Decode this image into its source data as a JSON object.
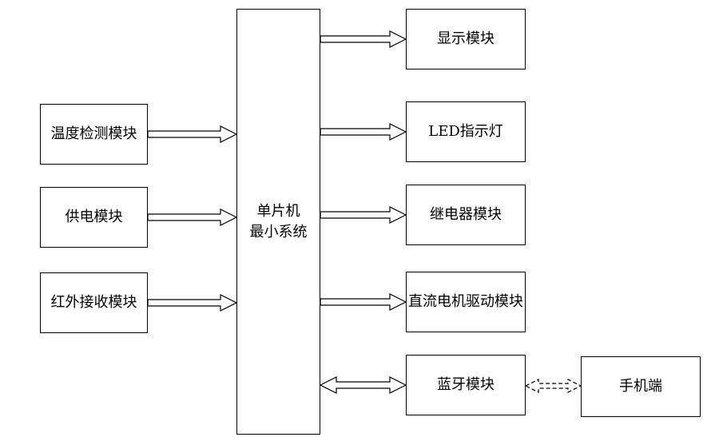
{
  "diagram": {
    "center": {
      "label": "单片机\n最小系统"
    },
    "inputs": [
      {
        "label": "温度检测模块"
      },
      {
        "label": "供电模块"
      },
      {
        "label": "红外接收模块"
      }
    ],
    "outputs": [
      {
        "label": "显示模块"
      },
      {
        "label": "LED指示灯"
      },
      {
        "label": "继电器模块"
      },
      {
        "label": "直流电机驱动模块"
      },
      {
        "label": "蓝牙模块"
      }
    ],
    "external": {
      "label": "手机端"
    },
    "connections": [
      {
        "from": "温度检测模块",
        "to": "单片机最小系统",
        "style": "hollow-arrow"
      },
      {
        "from": "供电模块",
        "to": "单片机最小系统",
        "style": "hollow-arrow"
      },
      {
        "from": "红外接收模块",
        "to": "单片机最小系统",
        "style": "hollow-arrow"
      },
      {
        "from": "单片机最小系统",
        "to": "显示模块",
        "style": "hollow-arrow"
      },
      {
        "from": "单片机最小系统",
        "to": "LED指示灯",
        "style": "hollow-arrow"
      },
      {
        "from": "单片机最小系统",
        "to": "继电器模块",
        "style": "hollow-arrow"
      },
      {
        "from": "单片机最小系统",
        "to": "直流电机驱动模块",
        "style": "hollow-arrow"
      },
      {
        "from": "单片机最小系统",
        "to": "蓝牙模块",
        "style": "hollow-double-arrow"
      },
      {
        "from": "蓝牙模块",
        "to": "手机端",
        "style": "dashed-double-arrow"
      }
    ]
  }
}
